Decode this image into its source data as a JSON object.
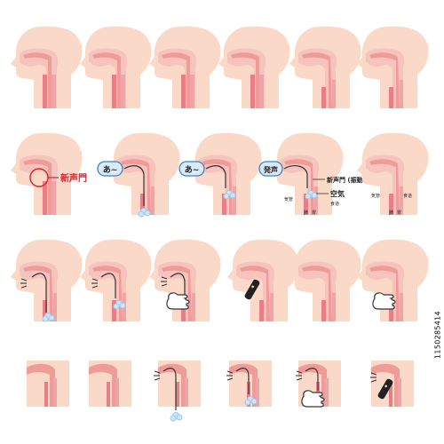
{
  "labels": {
    "shin_seimon": "新声門",
    "a_tilde": "あ~",
    "hassei": "発声",
    "shin_seimon_shindou": "新声門 (振動)",
    "kuuki": "空気",
    "kikan": "気管",
    "shokudou": "食道",
    "hai": "肺",
    "i": "胃"
  },
  "stock_id": "1150285414",
  "colors": {
    "skin": "#fbd9c8",
    "tract": "#ef9b98",
    "tract_light": "#f7c3bd",
    "trachea": "#e87f86",
    "esophagus": "#f0a4a8",
    "tube": "#333333",
    "highlight": "#d7262e",
    "bubble_border": "#3a84c2",
    "bubble_fill": "#dbeafa",
    "air": "#9cc9ec"
  },
  "icons": [
    "head-profile-icon",
    "speech-bubble-icon",
    "tube-icon",
    "air-bubble-icon",
    "hand-icon",
    "electrolarynx-icon",
    "sound-lines-icon"
  ]
}
